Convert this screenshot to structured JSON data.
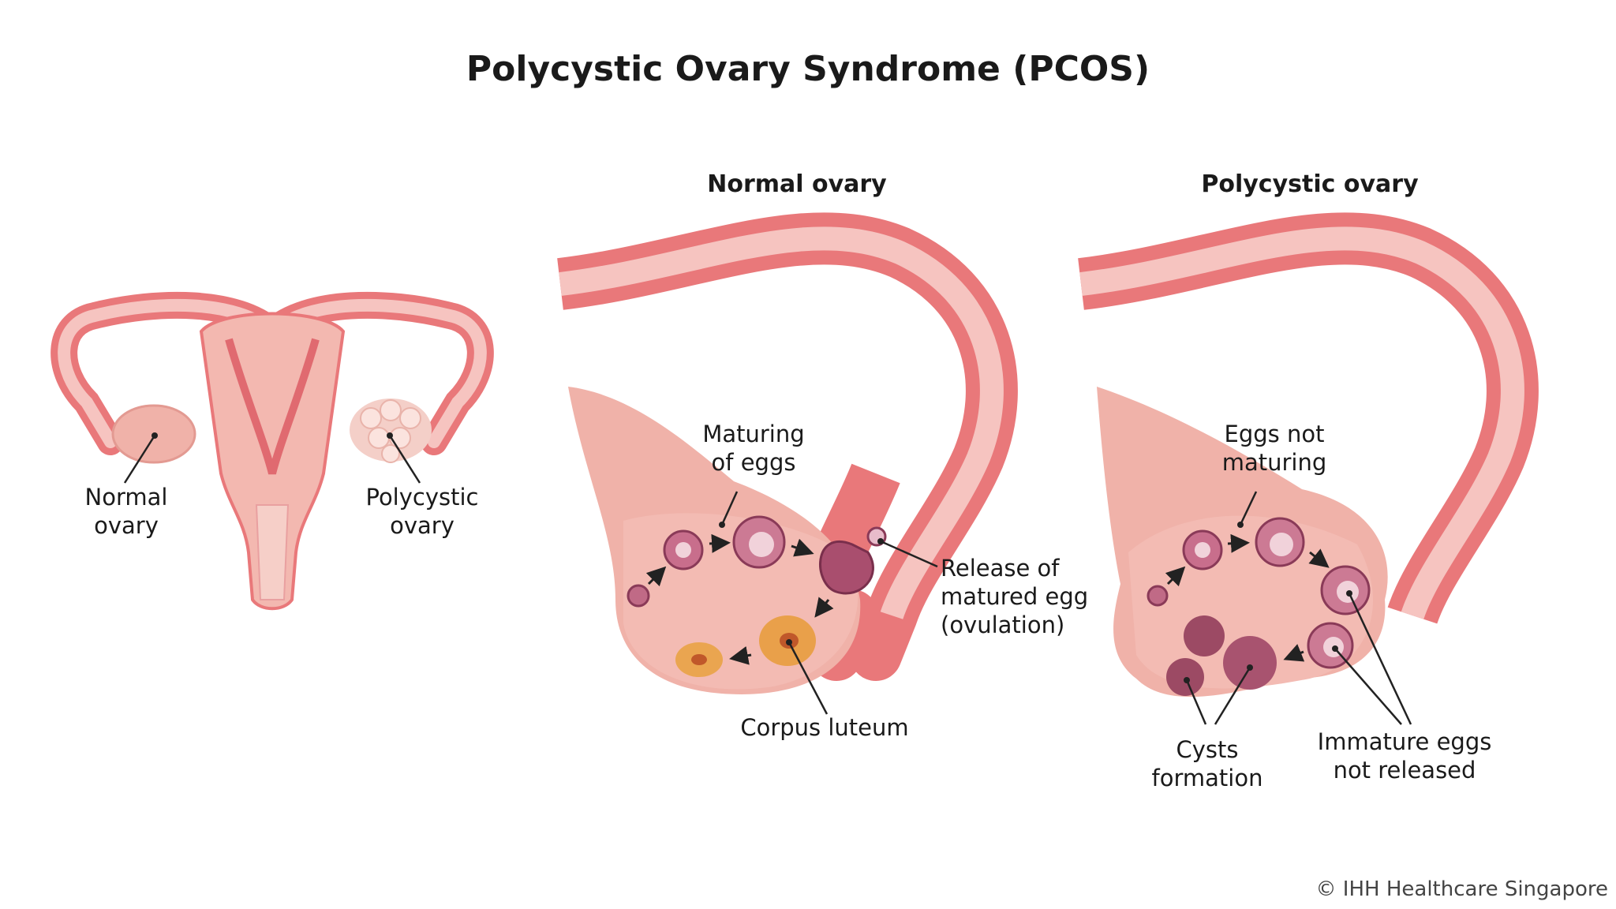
{
  "title": "Polycystic Ovary Syndrome (PCOS)",
  "panels": {
    "normal": {
      "title": "Normal ovary"
    },
    "polycystic": {
      "title": "Polycystic ovary"
    }
  },
  "labels": {
    "left_normal": "Normal\novary",
    "left_polycystic": "Polycystic\novary",
    "maturing": "Maturing\nof eggs",
    "release": "Release of\nmatured egg\n(ovulation)",
    "corpus": "Corpus luteum",
    "not_maturing": "Eggs not\nmaturing",
    "cysts": "Cysts\nformation",
    "immature": "Immature eggs\nnot released"
  },
  "copyright": "© IHH Healthcare Singapore",
  "colors": {
    "tube_outer": "#e9787a",
    "tube_inner": "#f6c4c0",
    "ovary": "#f0b2a9",
    "egg": "#b8607c",
    "corpus": "#e9a04a",
    "cyst": "#9c4a64"
  }
}
